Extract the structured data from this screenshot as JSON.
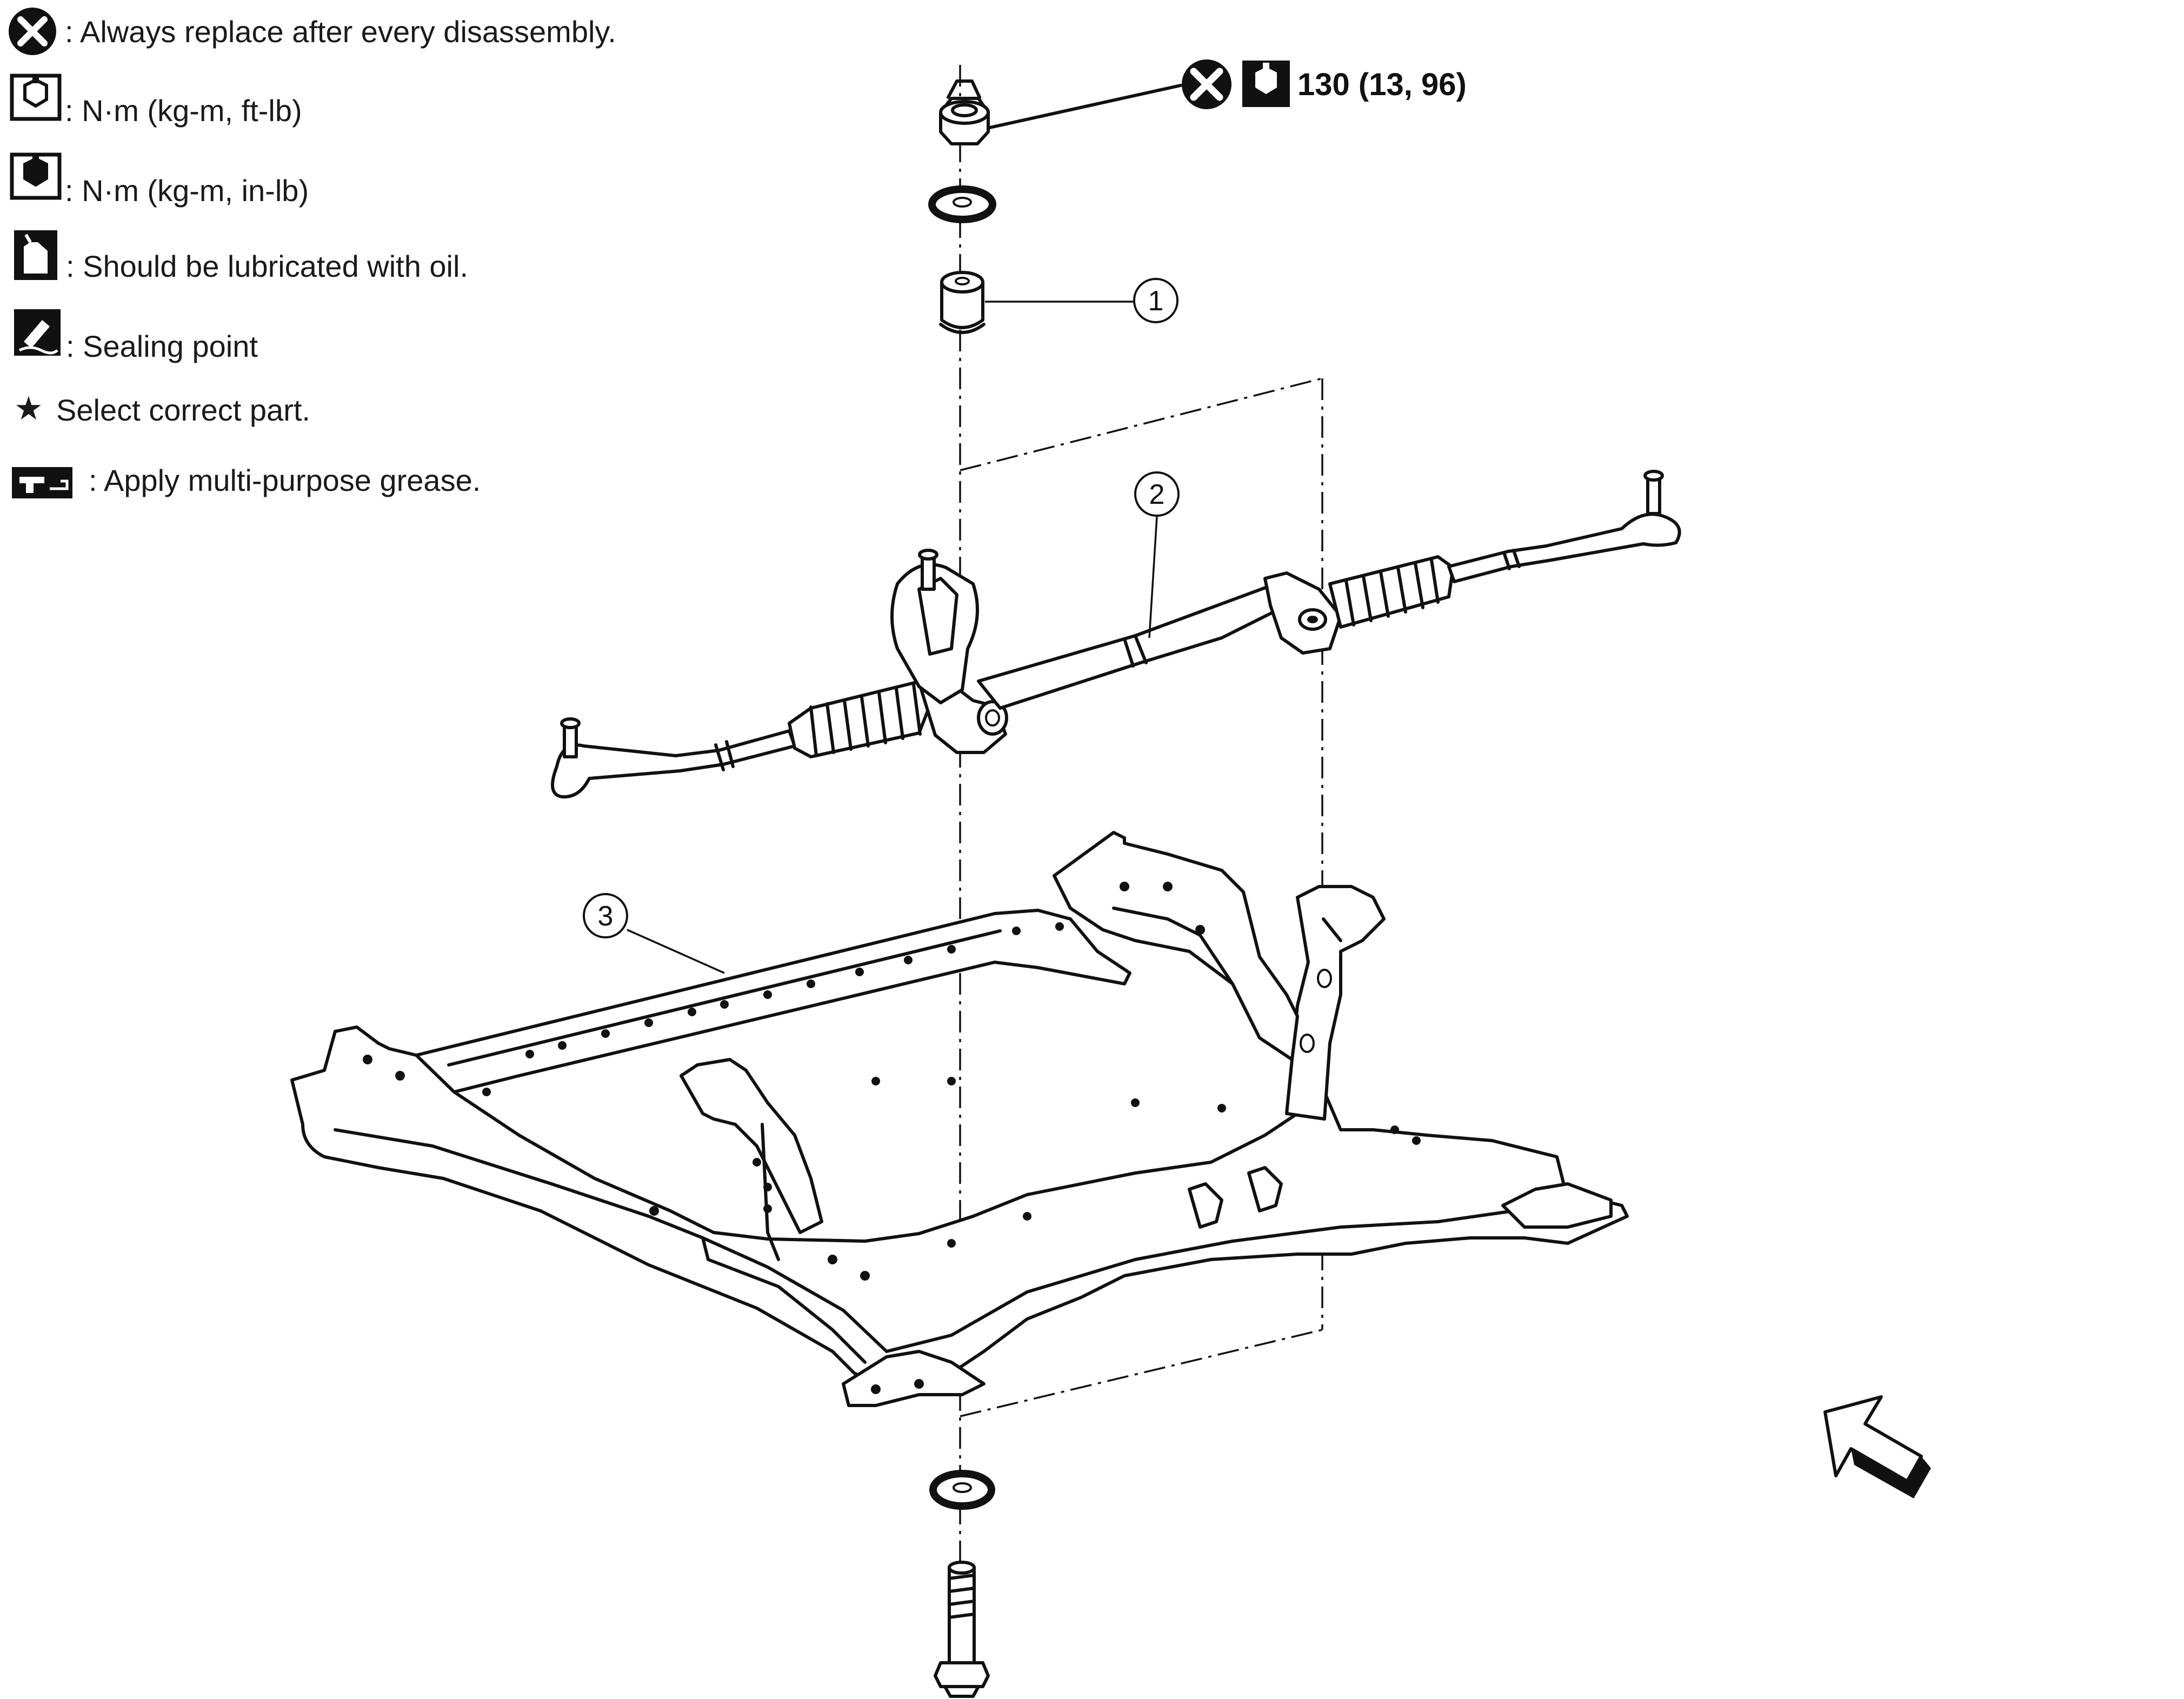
{
  "legend": [
    {
      "icon": "replace-x-icon",
      "text": ": Always replace after every disassembly."
    },
    {
      "icon": "torque-wrench-icon",
      "text": ": N·m (kg-m, ft-lb)"
    },
    {
      "icon": "torque-wrench-filled-icon",
      "text": ": N·m (kg-m, in-lb)"
    },
    {
      "icon": "oil-can-icon",
      "text": ": Should be lubricated with oil."
    },
    {
      "icon": "sealing-point-icon",
      "text": ": Sealing point"
    },
    {
      "icon": "star-icon",
      "text": "Select correct part."
    },
    {
      "icon": "grease-icon",
      "text": ": Apply multi-purpose grease."
    }
  ],
  "star_glyph": "★",
  "torque": {
    "value": "130 (13, 96)"
  },
  "callouts": [
    {
      "number": "1",
      "part": "rubber bushing"
    },
    {
      "number": "2",
      "part": "steering gear assembly"
    },
    {
      "number": "3",
      "part": "front suspension member"
    }
  ],
  "front_arrow": {
    "icon": "front-direction-arrow-icon"
  },
  "colors": {
    "line": "#111111",
    "background": "#ffffff"
  }
}
